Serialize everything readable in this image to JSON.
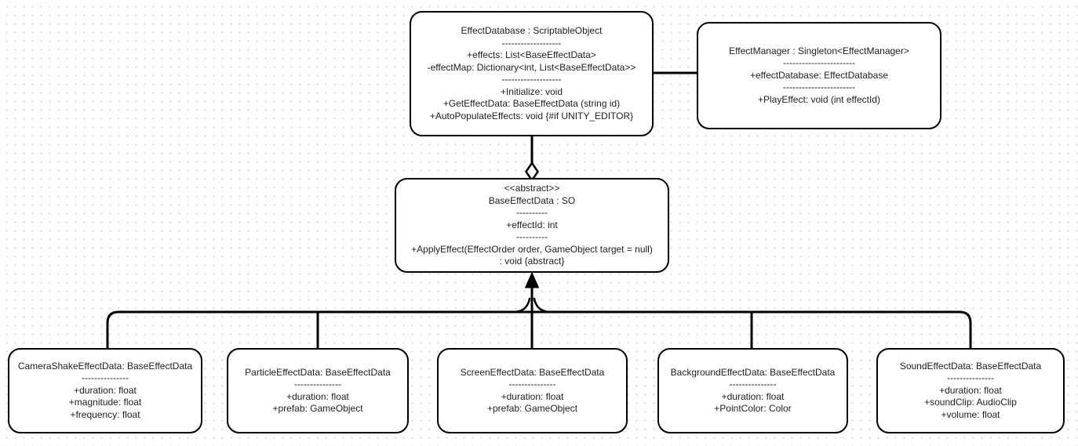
{
  "app": {
    "type": "diagram-canvas",
    "diagram_kind": "uml-class-diagram"
  },
  "colors": {
    "background": "#ffffff",
    "grid_dot": "#d9d9d9",
    "stroke": "#000000",
    "text": "#1e1e1e"
  },
  "nodes": {
    "effect_database": {
      "lines": [
        "EffectDatabase : ScriptableObject",
        "-------------------",
        "+effects: List<BaseEffectData>",
        "-effectMap: Dictionary<int, List<BaseEffectData>>",
        "-------------------",
        "+Initialize: void",
        "+GetEffectData: BaseEffectData (string id)",
        "+AutoPopulateEffects: void {#if UNITY_EDITOR}"
      ]
    },
    "effect_manager": {
      "lines": [
        "EffectManager : Singleton<EffectManager>",
        "-----------------------",
        "+effectDatabase: EffectDatabase",
        "-----------------------",
        "+PlayEffect: void (int effectId)"
      ]
    },
    "base_effect_data": {
      "lines": [
        "<<abstract>>",
        "BaseEffectData : SO",
        "----------",
        "+effectId: int",
        "----------",
        "+ApplyEffect(EffectOrder order, GameObject target = null)",
        ": void {abstract}"
      ]
    },
    "camera_shake_effect_data": {
      "lines": [
        "CameraShakeEffectData: BaseEffectData",
        "---------------",
        "+duration: float",
        "+magnitude: float",
        "+frequency: float"
      ]
    },
    "particle_effect_data": {
      "lines": [
        "ParticleEffectData: BaseEffectData",
        "---------------",
        "+duration: float",
        "+prefab: GameObject"
      ]
    },
    "screen_effect_data": {
      "lines": [
        "ScreenEffectData: BaseEffectData",
        "---------------",
        "+duration: float",
        "+prefab: GameObject"
      ]
    },
    "background_effect_data": {
      "lines": [
        "BackgroundEffectData: BaseEffectData",
        "---------------",
        "+duration: float",
        "+PointColor: Color"
      ]
    },
    "sound_effect_data": {
      "lines": [
        "SoundEffectData: BaseEffectData",
        "---------------",
        "+duration: float",
        "+soundClip: AudioClip",
        "+volume: float"
      ]
    }
  },
  "connectors": [
    {
      "type": "association",
      "from": "EffectDatabase",
      "to": "EffectManager"
    },
    {
      "type": "aggregation",
      "from": "EffectDatabase",
      "to": "BaseEffectData",
      "marker": "hollow-diamond"
    },
    {
      "type": "inheritance",
      "from": "CameraShakeEffectData, ParticleEffectData, ScreenEffectData, BackgroundEffectData, SoundEffectData",
      "to": "BaseEffectData",
      "marker": "arrow"
    }
  ]
}
